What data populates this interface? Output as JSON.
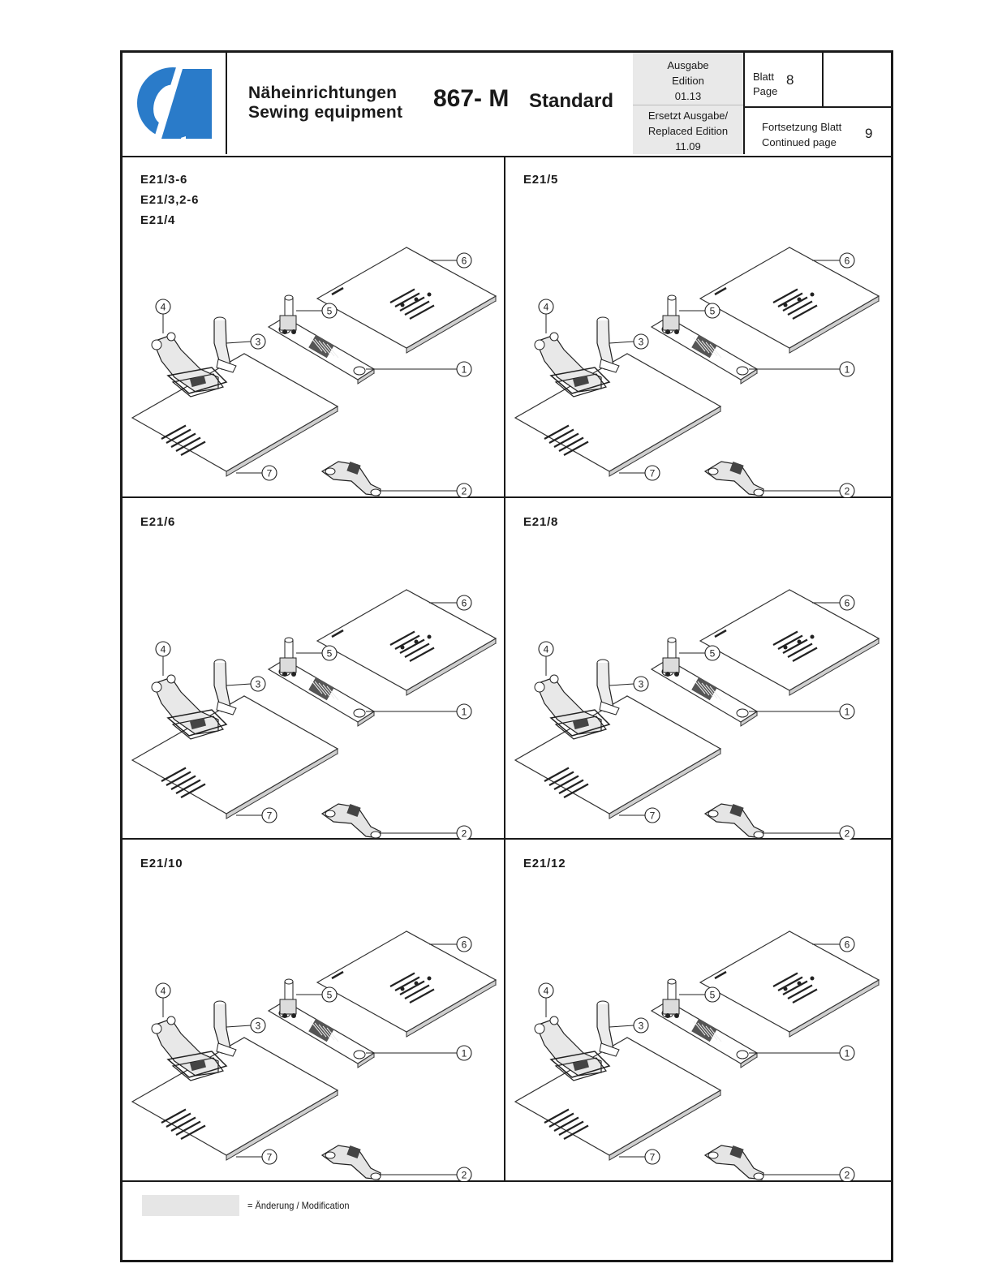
{
  "header": {
    "title_de": "Näheinrichtungen",
    "title_en": "Sewing equipment",
    "model": "867- M",
    "variant": "Standard",
    "edition_label_de": "Ausgabe",
    "edition_label_en": "Edition",
    "edition_value": "01.13",
    "replaced_label_de": "Ersetzt Ausgabe/",
    "replaced_label_en": "Replaced Edition",
    "replaced_value": "11.09",
    "page_label_de": "Blatt",
    "page_label_en": "Page",
    "page_value": "8",
    "continued_label_de": "Fortsetzung Blatt",
    "continued_label_en": "Continued page",
    "continued_value": "9",
    "logo_color": "#2a7bc9"
  },
  "panels": [
    {
      "codes": [
        "E21/3-6",
        "E21/3,2-6",
        "E21/4"
      ]
    },
    {
      "codes": [
        "E21/5"
      ]
    },
    {
      "codes": [
        "E21/6"
      ]
    },
    {
      "codes": [
        "E21/8"
      ]
    },
    {
      "codes": [
        "E21/10"
      ]
    },
    {
      "codes": [
        "E21/12"
      ]
    }
  ],
  "part_numbers": [
    "1",
    "2",
    "3",
    "4",
    "5",
    "6",
    "7"
  ],
  "footer": {
    "modification_text": "= Änderung / Modification"
  }
}
